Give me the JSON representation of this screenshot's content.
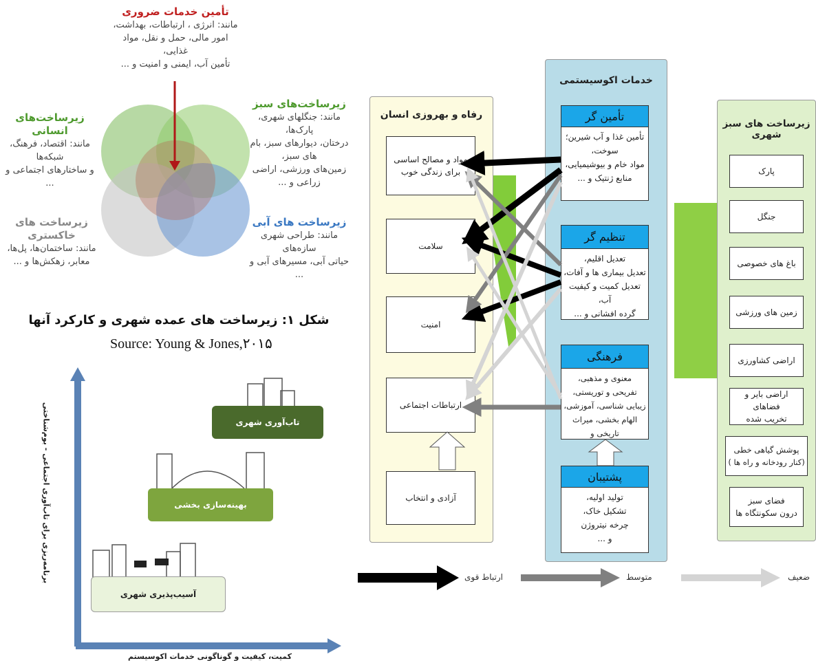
{
  "venn": {
    "essential_title": "تأمین خدمات ضروری",
    "essential_lines": [
      "مانند: انرژی ، ارتباطات، بهداشت،",
      "امور مالی، حمل و نقل، مواد غذایی،",
      "تأمین آب، ایمنی و امنیت و ..."
    ],
    "human_title": "زیرساخت‌های انسانی",
    "human_lines": [
      "مانند: اقتصاد، فرهنگ، شبکه‌ها",
      "و ساختارهای اجتماعی و ..."
    ],
    "green_title": "زیرساخت‌های سبز",
    "green_lines": [
      "مانند: جنگلهای شهری، پارک‌ها،",
      "درختان، دیوارهای سبز، بام های سبز،",
      "زمین‌های ورزشی، اراضی زراعی و ..."
    ],
    "grey_title": "زیرساخت های خاکستری",
    "grey_lines": [
      "مانند: ساختمان‌ها، پل‌ها،",
      "معابر، زهکش‌ها و ..."
    ],
    "blue_title": "زیرساخت های آبی",
    "blue_lines": [
      "مانند: طراحی شهری سازه‌های",
      "حیاتی آبی، مسیرهای آبی و ..."
    ],
    "colors": {
      "human": "#7cba5a",
      "green": "#8fca6a",
      "grey": "#c4c4c4",
      "blue": "#6f9bd4",
      "arrow": "#b01818"
    }
  },
  "caption": "شکل ۱: زیرساخت های عمده شهری و کارکرد آنها",
  "source": "Source: Young & Jones,۲۰۱۵",
  "resilience": {
    "y_axis": "برنامه‌ریزی برای تاب‌آوری اجتماعی - بوم‌شناختی",
    "x_axis": "کمیت، کیفیت و گوناگونی خدمات اکوسیستم",
    "steps": [
      {
        "label": "تاب‌آوری شهری",
        "color": "#4a6a2c"
      },
      {
        "label": "بهینه‌سازی بخشی",
        "color": "#7ea53e"
      },
      {
        "label": "آسیب‌پذیری شهری",
        "color": "#eaf3dc"
      }
    ]
  },
  "wellbeing": {
    "title": "رفاه و بهروزی انسان",
    "items": [
      "مواد و مصالح اساسی\nبرای زندگی خوب",
      "سلامت",
      "امنیت",
      "ارتباطات اجتماعی",
      "آزادی و انتخاب"
    ],
    "bg": "#fdfbe0"
  },
  "ecosystem": {
    "title": "خدمات اکوسیستمی",
    "bg": "#b8dce8",
    "services": [
      {
        "head": "تأمین گر",
        "lines": [
          "تأمین غذا و آب شیرین؛",
          "سوخت،",
          "مواد خام و بیوشیمیایی،",
          "منابع ژنتیک و ..."
        ]
      },
      {
        "head": "تنظیم گر",
        "lines": [
          "تعدیل اقلیم،",
          "تعدیل بیماری ها و آفات،",
          "تعدیل کمیت و کیفیت آب،",
          "گرده افشانی و ..."
        ]
      },
      {
        "head": "فرهنگی",
        "lines": [
          "معنوی و مذهبی،",
          "تفریحی و توریستی،",
          "زیبایی شناسی، آموزشی،",
          "الهام بخشی، میراث تاریخی و"
        ]
      },
      {
        "head": "پشتیبان",
        "lines": [
          "تولید اولیه،",
          "تشکیل خاک،",
          "چرخه نیتروژن",
          "و ..."
        ]
      }
    ]
  },
  "green_infra": {
    "title": "زیرساخت های سبز شهری",
    "bg": "#dff0cc",
    "items": [
      "پارک",
      "جنگل",
      "باغ های خصوصی",
      "زمین های ورزشی",
      "اراضی کشاورزی",
      "اراضی بایر و فضاهای\nتخریب شده",
      "پوشش گیاهی خطی\n(کنار رودخانه و راه ها )",
      "فضای سبز\nدرون سکونتگاه ها"
    ]
  },
  "legend": {
    "strong": "ارتباط قوی",
    "medium": "متوسط",
    "weak": "ضعیف",
    "colors": {
      "strong": "#000000",
      "medium": "#808080",
      "weak": "#d4d4d4"
    }
  }
}
